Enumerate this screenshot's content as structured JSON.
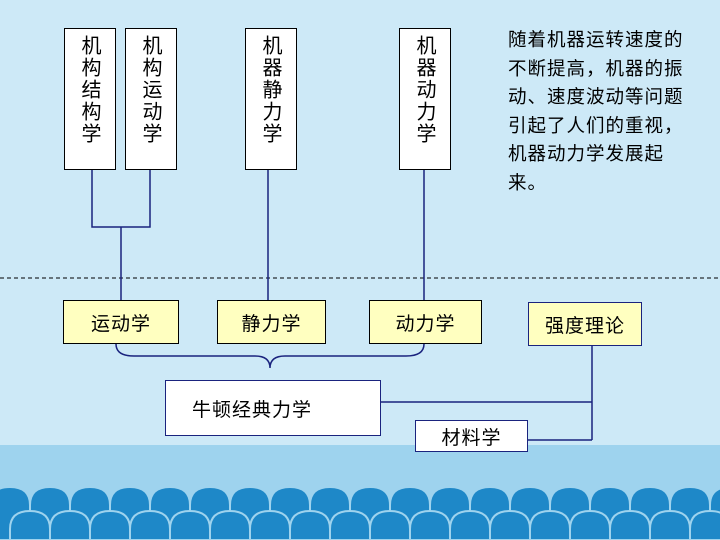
{
  "top_boxes": [
    {
      "id": "mechanism-structure",
      "label": "机构结构学"
    },
    {
      "id": "mechanism-kinematics",
      "label": "机构运动学"
    },
    {
      "id": "machine-statics",
      "label": "机器静力学"
    },
    {
      "id": "machine-dynamics",
      "label": "机器动力学"
    }
  ],
  "middle_boxes": [
    {
      "id": "kinematics",
      "label": "运动学"
    },
    {
      "id": "statics",
      "label": "静力学"
    },
    {
      "id": "dynamics",
      "label": "动力学"
    },
    {
      "id": "strength-theory",
      "label": "强度理论"
    }
  ],
  "bottom_boxes": [
    {
      "id": "newton-classical-mechanics",
      "label": "牛顿经典力学"
    },
    {
      "id": "materials-science",
      "label": "材料学"
    }
  ],
  "note": "随着机器运转速度的不断提高，机器的振动、速度波动等问题引起了人们的重视，机器动力学发展起来。",
  "colors": {
    "background": "#cde9f7",
    "lower_band": "#9ed3ee",
    "wave": "#1e88c8",
    "yellow_box": "#ffffc0",
    "box_border_dark": "#1a237e"
  }
}
